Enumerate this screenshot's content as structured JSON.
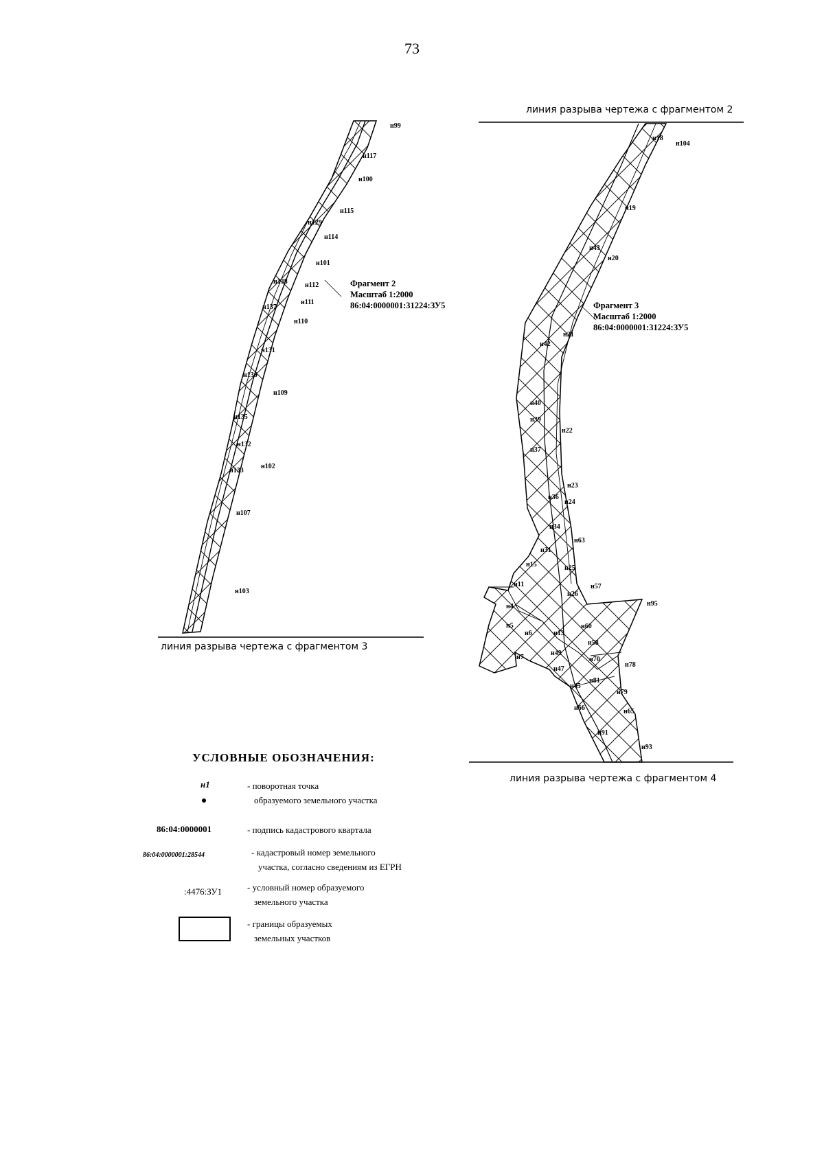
{
  "page_number": "73",
  "break_lines": {
    "fragment2": "линия разрыва чертежа с фрагментом 2",
    "fragment3": "линия разрыва чертежа с фрагментом 3",
    "fragment4": "линия разрыва чертежа с фрагментом 4"
  },
  "fragment_left": {
    "title": "Фрагмент 2",
    "scale": "Масштаб 1:2000",
    "cadastral": "86:04:0000001:31224:ЗУ5"
  },
  "fragment_right": {
    "title": "Фрагмент 3",
    "scale": "Масштаб 1:2000",
    "cadastral": "86:04:0000001:31224:ЗУ5"
  },
  "points_left": {
    "p99": "н99",
    "p117": "н117",
    "p100": "н100",
    "p115": "н115",
    "p129": "н129",
    "p114": "н114",
    "p101": "н101",
    "p138": "н138",
    "p112": "н112",
    "p137": "н137",
    "p111": "н111",
    "p110": "н110",
    "p131": "н131",
    "p136": "н136",
    "p109": "н109",
    "p135": "н135",
    "p132": "н132",
    "p133": "н133",
    "p102": "н102",
    "p107": "н107",
    "p103": "н103"
  },
  "points_right": {
    "p18": "н18",
    "p104": "н104",
    "p19": "н19",
    "p43": "н43",
    "p20": "н20",
    "p21": "н21",
    "p42": "н42",
    "p40": "н40",
    "p39": "н39",
    "p22": "н22",
    "p37": "н37",
    "p23": "н23",
    "p36": "н36",
    "p24": "н24",
    "p34": "н34",
    "p63": "н63",
    "p31": "н31",
    "p15": "н15",
    "p25": "н25",
    "p11": "н11",
    "p26": "н26",
    "p57": "н57",
    "p95": "н95",
    "p4": "н4",
    "p5": "н5",
    "p6": "н6",
    "p13": "н13",
    "p60": "н60",
    "p58": "н58",
    "p49": "н49",
    "p70": "н70",
    "p78": "н78",
    "p7": "н7",
    "p47": "н47",
    "p81": "н81",
    "p45": "н45",
    "p79": "н79",
    "p66": "н66",
    "p65": "н65",
    "p91": "н91",
    "p93": "н93"
  },
  "legend": {
    "title": "УСЛОВНЫЕ ОБОЗНАЧЕНИЯ:",
    "point_symbol": "н1",
    "point_desc_1": "- поворотная точка",
    "point_desc_2": "образуемого земельного участка",
    "quarter_symbol": "86:04:0000001",
    "quarter_desc": "- подпись кадастрового квартала",
    "parcel_symbol": "86:04:0000001:28544",
    "parcel_desc_1": "- кадастровый номер земельного",
    "parcel_desc_2": "участка, согласно сведениям из ЕГРН",
    "cond_symbol": ":4476:ЗУ1",
    "cond_desc_1": "- условный номер образуемого",
    "cond_desc_2": "земельного участка",
    "bound_desc_1": "- границы образуемых",
    "bound_desc_2": "земельных участков"
  }
}
